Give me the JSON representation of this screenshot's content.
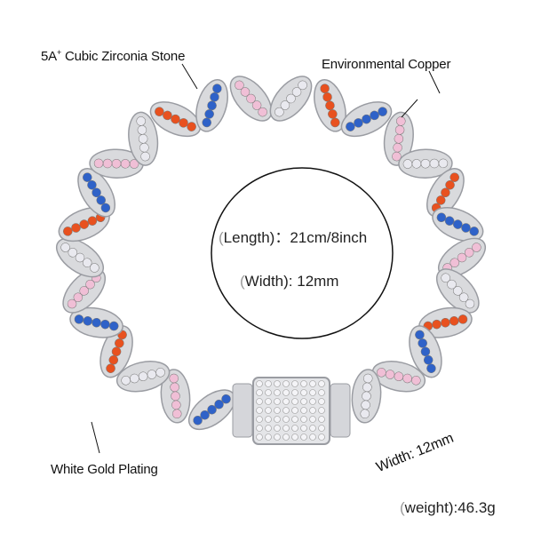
{
  "labels": {
    "stone": "5A",
    "stone_sup": "+",
    "stone_rest": " Cubic Zirconia Stone",
    "copper": "Environmental Copper",
    "plating": "White Gold Plating",
    "width_side": "Width: 12mm",
    "weight_paren": "(",
    "weight": "weight):46.3g"
  },
  "specs": {
    "length_paren": "(",
    "length": "Length)：21cm/8inch",
    "width_paren": "(",
    "width": "Width): 12mm"
  },
  "colors": {
    "metal": "#d9dadd",
    "metal_dark": "#9a9ca2",
    "stone_palette": [
      "#e9e9ef",
      "#f0bfd6",
      "#2f62c8",
      "#e8511f"
    ]
  }
}
